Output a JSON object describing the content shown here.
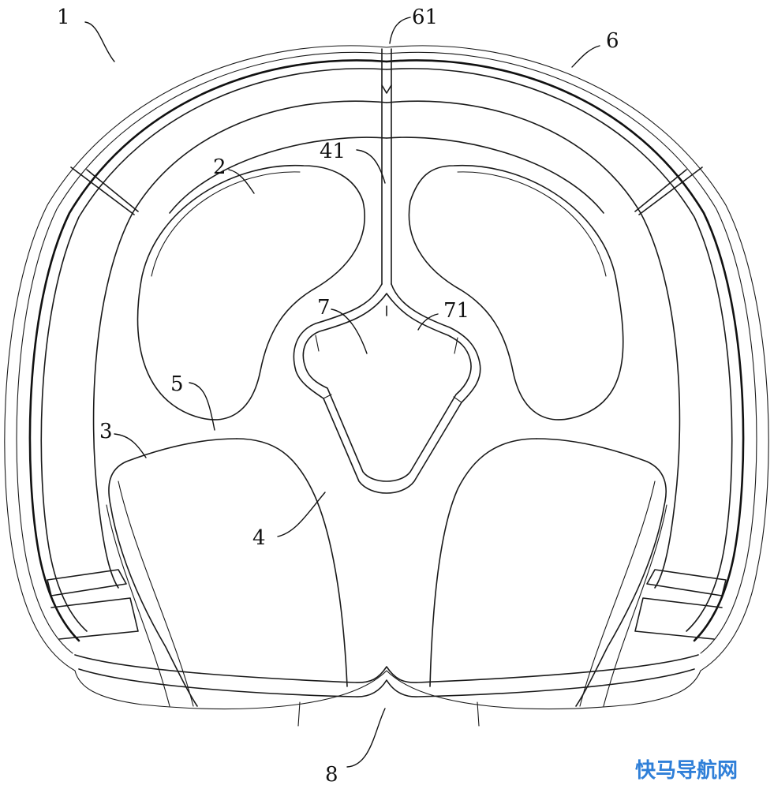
{
  "figure": {
    "labels": [
      {
        "id": "ref-1",
        "text": "1"
      },
      {
        "id": "ref-61",
        "text": "61"
      },
      {
        "id": "ref-6",
        "text": "6"
      },
      {
        "id": "ref-41",
        "text": "41"
      },
      {
        "id": "ref-2",
        "text": "2"
      },
      {
        "id": "ref-7",
        "text": "7"
      },
      {
        "id": "ref-71",
        "text": "71"
      },
      {
        "id": "ref-5",
        "text": "5"
      },
      {
        "id": "ref-3",
        "text": "3"
      },
      {
        "id": "ref-4",
        "text": "4"
      },
      {
        "id": "ref-8",
        "text": "8"
      }
    ]
  },
  "watermark": {
    "text": "快马导航网",
    "color": "#2f7fd8"
  }
}
